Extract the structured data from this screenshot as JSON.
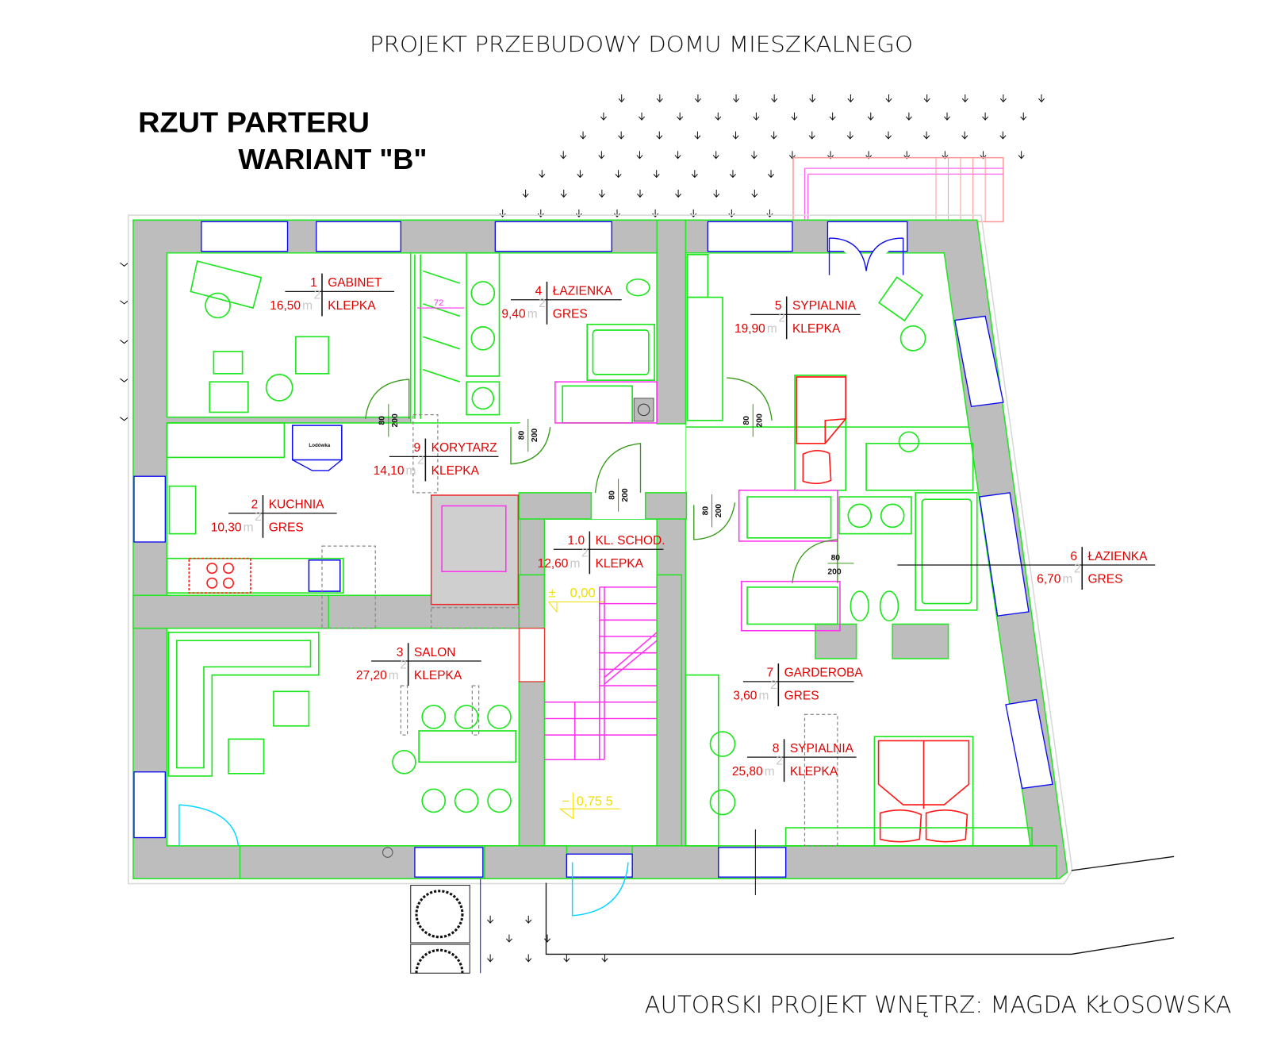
{
  "header": {
    "title": "PROJEKT PRZEBUDOWY DOMU MIESZKALNEGO",
    "plan_title": "RZUT PARTERU",
    "variant": "WARIANT \"B\"",
    "author": "AUTORSKI PROJEKT WNĘTRZ: MAGDA KŁOSOWSKA"
  },
  "rooms": [
    {
      "number": "1",
      "name": "GABINET",
      "area": "16,50",
      "unit": "m",
      "unit_exp": "2",
      "floor": "KLEPKA"
    },
    {
      "number": "4",
      "name": "ŁAZIENKA",
      "area": "9,40",
      "unit": "m",
      "unit_exp": "2",
      "floor": "GRES"
    },
    {
      "number": "9",
      "name": "KORYTARZ",
      "area": "14,10",
      "unit": "m",
      "unit_exp": "2",
      "floor": "KLEPKA"
    },
    {
      "number": "2",
      "name": "KUCHNIA",
      "area": "10,30",
      "unit": "m",
      "unit_exp": "2",
      "floor": "GRES"
    },
    {
      "number": "1.0",
      "name": "KL. SCHOD.",
      "area": "12,60",
      "unit": "m",
      "unit_exp": "2",
      "floor": "KLEPKA"
    },
    {
      "number": "3",
      "name": "SALON",
      "area": "27,20",
      "unit": "m",
      "unit_exp": "2",
      "floor": "KLEPKA"
    },
    {
      "number": "5",
      "name": "SYPIALNIA",
      "area": "19,90",
      "unit": "m",
      "unit_exp": "2",
      "floor": "KLEPKA"
    },
    {
      "number": "6",
      "name": "ŁAZIENKA",
      "area": "6,70",
      "unit": "m",
      "unit_exp": "2",
      "floor": "GRES"
    },
    {
      "number": "7",
      "name": "GARDEROBA",
      "area": "3,60",
      "unit": "m",
      "unit_exp": "2",
      "floor": "GRES"
    },
    {
      "number": "8",
      "name": "SYPIALNIA",
      "area": "25,80",
      "unit": "m",
      "unit_exp": "2",
      "floor": "KLEPKA"
    }
  ],
  "doors": [
    {
      "width": "80",
      "height": "200"
    },
    {
      "width": "80",
      "height": "200"
    },
    {
      "width": "80",
      "height": "200"
    },
    {
      "width": "80",
      "height": "200"
    },
    {
      "width": "80",
      "height": "200"
    },
    {
      "width": "80",
      "height": "200"
    }
  ],
  "levels": [
    {
      "sign": "±",
      "value": "0,00"
    },
    {
      "sign": "−",
      "value": "0,75 5"
    }
  ],
  "annotations": {
    "dimension": "72",
    "fridge": "Lodówka"
  },
  "colors": {
    "wall": "#bdbdbd",
    "outline": "#22e622",
    "window": "#0a0aee",
    "label": "#e00000",
    "furniture": "#1ee61e",
    "stairs": "#ff33ee",
    "level": "#f0e000"
  }
}
